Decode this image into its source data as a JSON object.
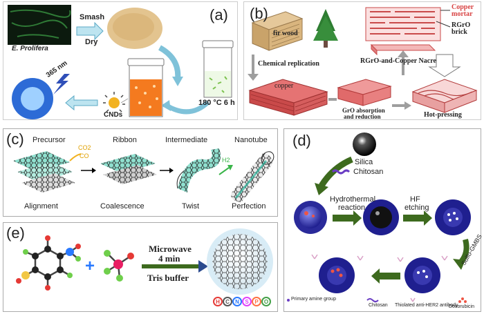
{
  "panel_a": {
    "tag": "(a)",
    "species": "E. Prolifera",
    "step_smash": "Smash",
    "step_dry": "Dry",
    "condition": "180 °C 6 h",
    "product": "CNDs",
    "excitation": "365 nm"
  },
  "panel_b": {
    "tag": "(b)",
    "fir_wood": "fir wood",
    "chem_replication": "Chemical replication",
    "copper": "copper",
    "gro_line1": "GrO absorption",
    "gro_line2": "and reduction",
    "hot_pressing": "Hot-pressing",
    "copper_mortar_1": "Copper",
    "copper_mortar_2": "mortar",
    "rgro_brick_1": "RGrO",
    "rgro_brick_2": "brick",
    "nacre": "RGrO-and-Copper Nacre"
  },
  "panel_c": {
    "tag": "(c)",
    "top_labels": [
      "Precursor",
      "Ribbon",
      "Intermediate",
      "Nanotube"
    ],
    "bottom_labels": [
      "Alignment",
      "Coalescence",
      "Twist",
      "Perfection"
    ],
    "gas_co2": "CO2",
    "gas_co": "CO",
    "gas_h2": "H2"
  },
  "panel_d": {
    "tag": "(d)",
    "silica": "Silica",
    "chitosan": "Chitosan",
    "hydro_1": "Hydrothermal",
    "hydro_2": "reaction",
    "hf_1": "HF",
    "hf_2": "etching",
    "sulfo": "Sulfo-GMBS",
    "legend": [
      "Primary amine group",
      "Chitosan",
      "Thiolated anti-HER2 antibody",
      "Doxorubicin"
    ]
  },
  "panel_e": {
    "tag": "(e)",
    "microwave": "Microwave",
    "time": "4 min",
    "buffer": "Tris buffer",
    "elements": [
      {
        "symbol": "H",
        "color": "#e53935"
      },
      {
        "symbol": "C",
        "color": "#555555"
      },
      {
        "symbol": "N",
        "color": "#2979ff"
      },
      {
        "symbol": "S",
        "color": "#e040fb"
      },
      {
        "symbol": "P",
        "color": "#ff7043"
      },
      {
        "symbol": "O",
        "color": "#43a047"
      }
    ]
  }
}
